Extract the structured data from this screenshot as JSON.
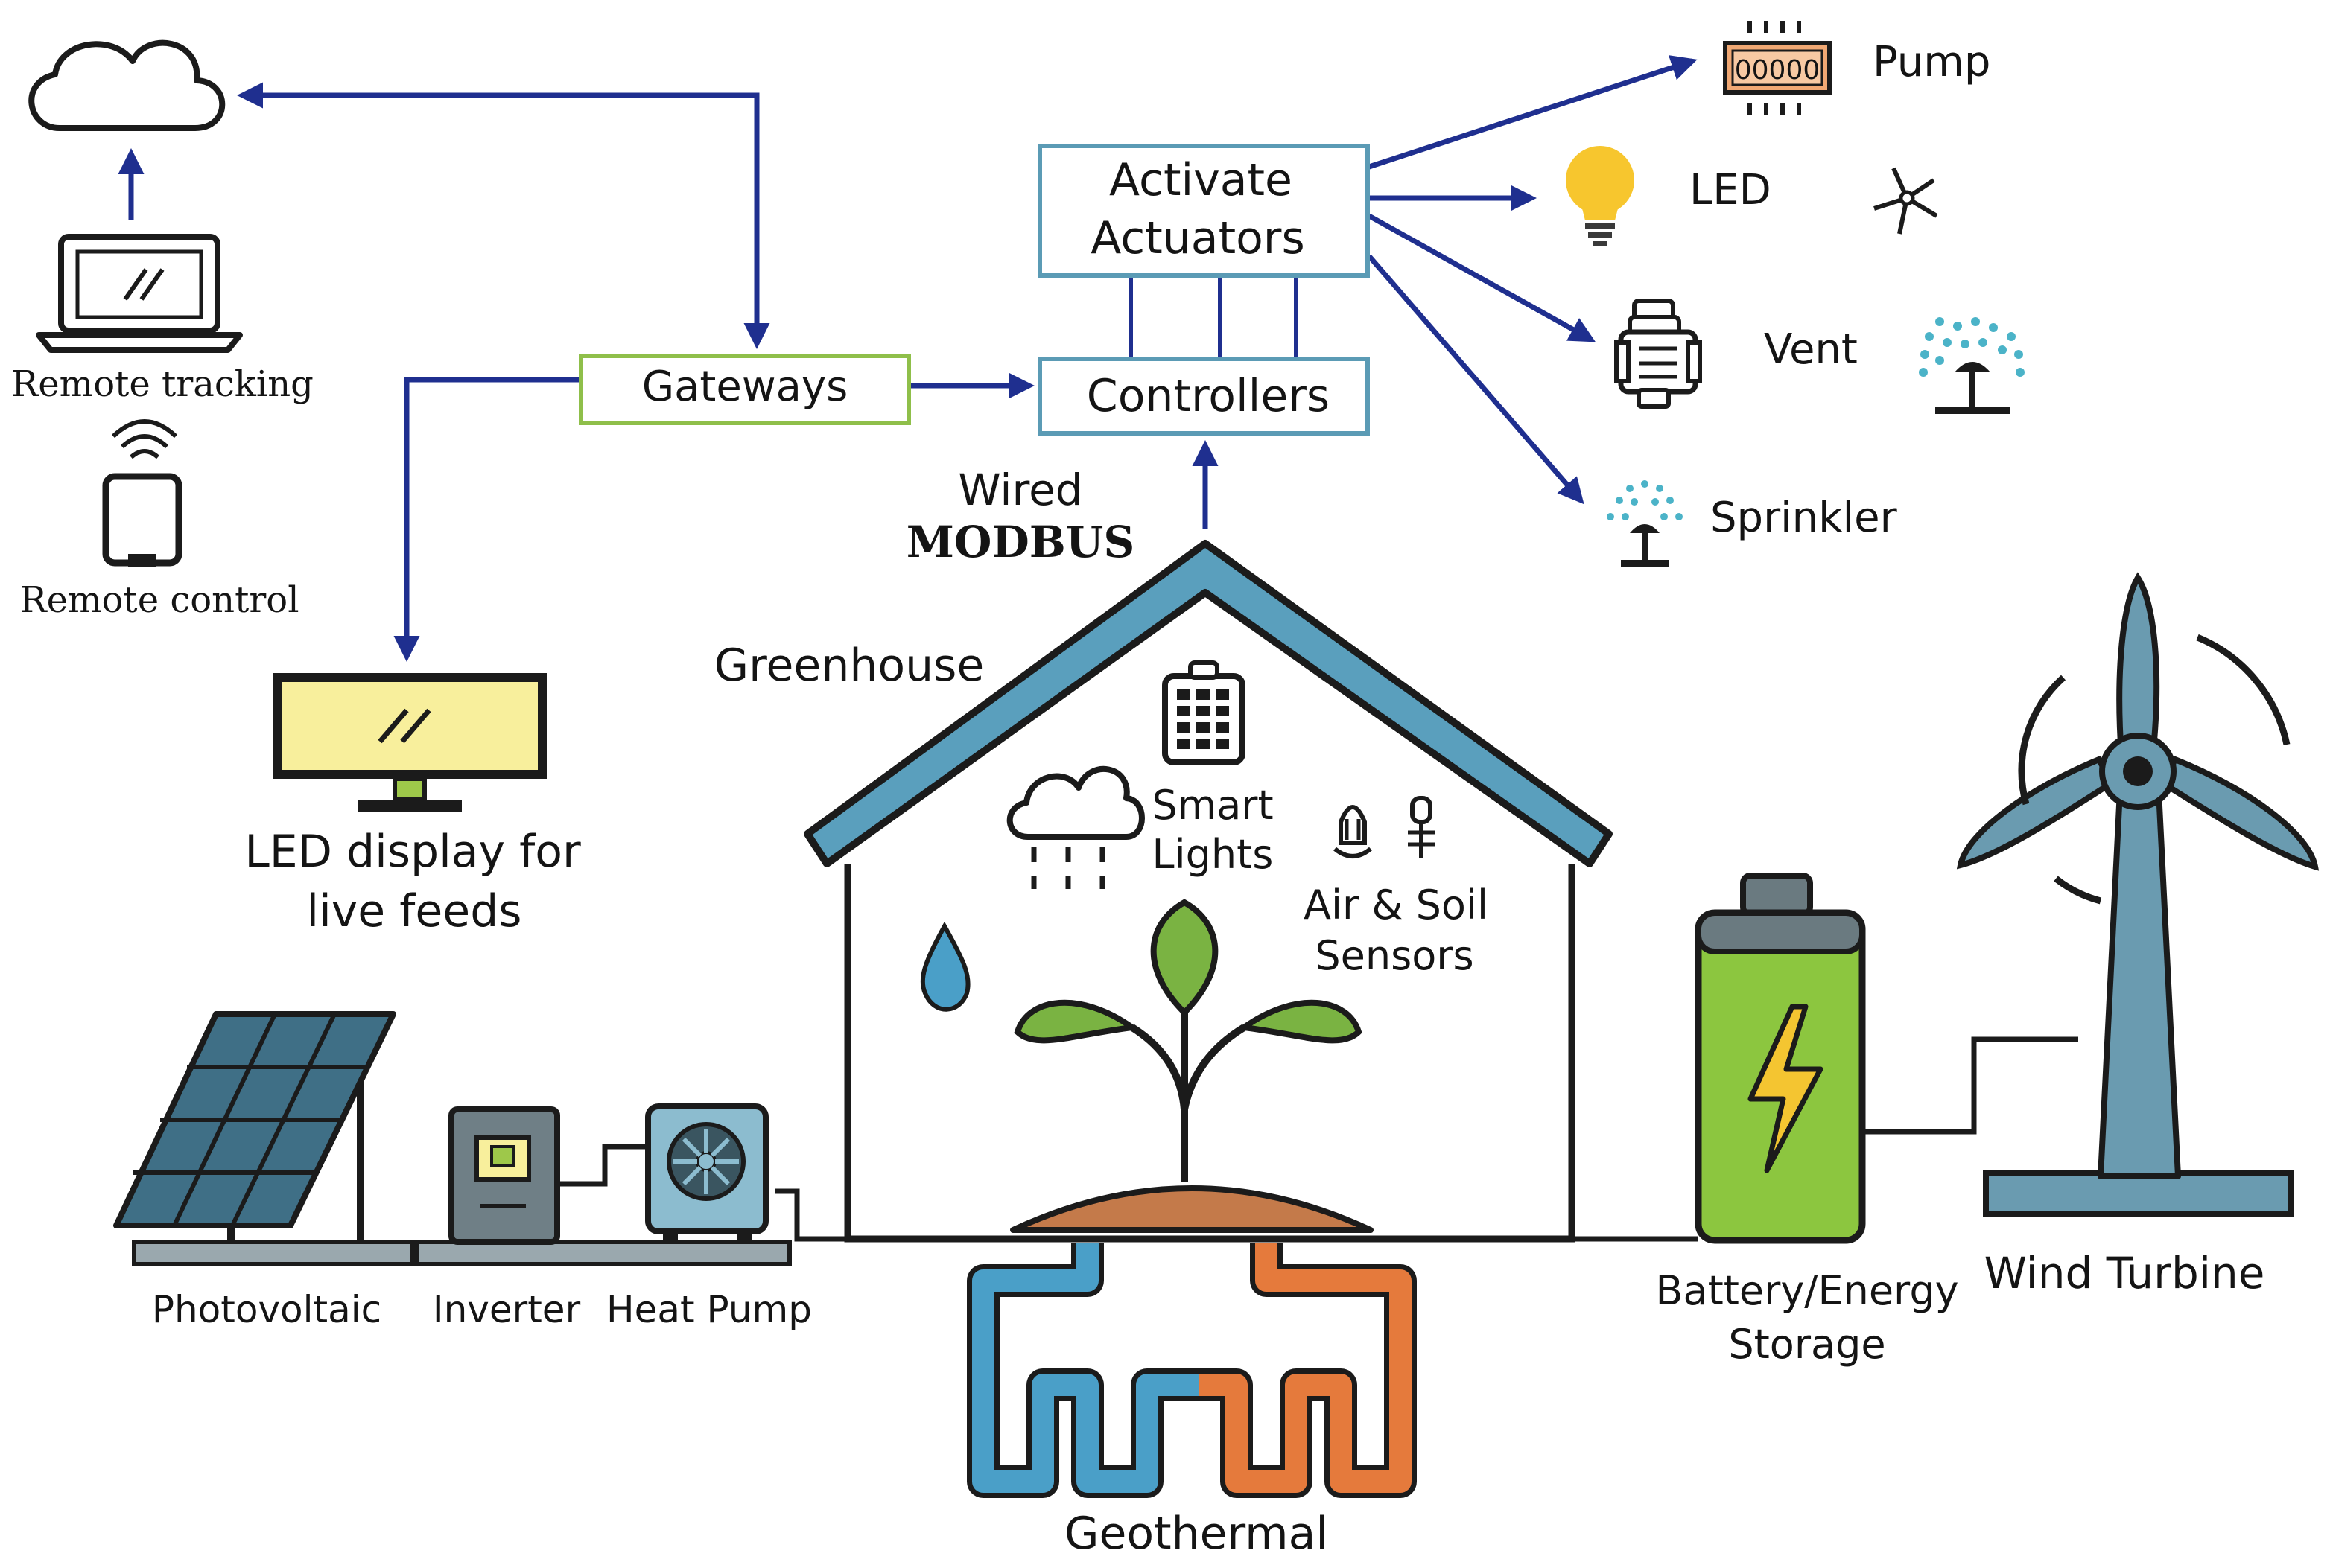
{
  "labels": {
    "remote_tracking": "Remote tracking",
    "remote_control": "Remote control",
    "gateways": "Gateways",
    "activate_line1": "Activate",
    "activate_line2": "Actuators",
    "controllers": "Controllers",
    "wired": "Wired",
    "modbus": "MODBUS",
    "led_display_line1": "LED display for",
    "led_display_line2": "live feeds",
    "greenhouse": "Greenhouse",
    "smart_lights_line1": "Smart",
    "smart_lights_line2": "Lights",
    "sensors_line1": "Air & Soil",
    "sensors_line2": "Sensors",
    "pump": "Pump",
    "pump_display": "00000",
    "led": "LED",
    "vent": "Vent",
    "sprinkler": "Sprinkler",
    "photovoltaic": "Photovoltaic",
    "inverter": "Inverter",
    "heat_pump": "Heat Pump",
    "geothermal": "Geothermal",
    "battery_line1": "Battery/Energy",
    "battery_line2": "Storage",
    "wind_turbine": "Wind Turbine"
  },
  "colors": {
    "arrow": "#1f2f8f",
    "gateway_border": "#8fbf4a",
    "controller_border": "#5b9bb5",
    "roof": "#5a9fbd",
    "leaf": "#7ab342",
    "battery": "#8cc63f",
    "bolt": "#f4c531",
    "geo_cold": "#4a9fc8",
    "geo_hot": "#e57a3c",
    "turbine": "#6a9bb0",
    "solar": "#3f6f86",
    "screen": "#f8ef9c",
    "soil": "#c47a4a"
  },
  "icons": [
    "cloud-icon",
    "laptop-icon",
    "phone-icon",
    "monitor-icon",
    "bulb-icon",
    "valve-icon",
    "sprinkler-icon",
    "fan-icon",
    "rain-cloud-icon",
    "light-panel-icon",
    "sensor-icon",
    "droplet-icon",
    "plant-icon",
    "solar-panel-icon",
    "inverter-icon",
    "heat-pump-icon",
    "battery-icon",
    "wind-turbine-icon"
  ]
}
